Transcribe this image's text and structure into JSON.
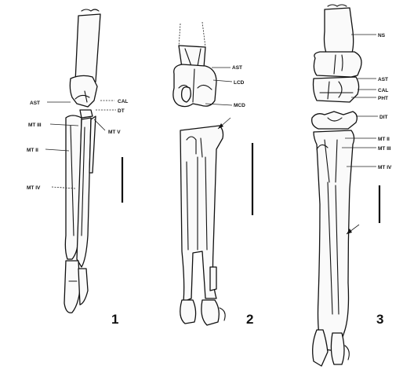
{
  "figure_numbers": {
    "fig1": "1",
    "fig2": "2",
    "fig3": "3"
  },
  "fig1_labels": {
    "ast": "AST",
    "cal": "CAL",
    "dt": "DT",
    "mt3": "MT III",
    "mt5": "MT V",
    "mt2": "MT II",
    "mt4": "MT IV"
  },
  "fig2_labels": {
    "ast": "AST",
    "lcd": "LCD",
    "mcd": "MCD"
  },
  "fig3_labels": {
    "ns": "NS",
    "ast": "AST",
    "cal": "CAL",
    "pht": "PHT",
    "dit": "DIT",
    "mt2": "MT II",
    "mt3": "MT III",
    "mt4": "MT IV"
  }
}
